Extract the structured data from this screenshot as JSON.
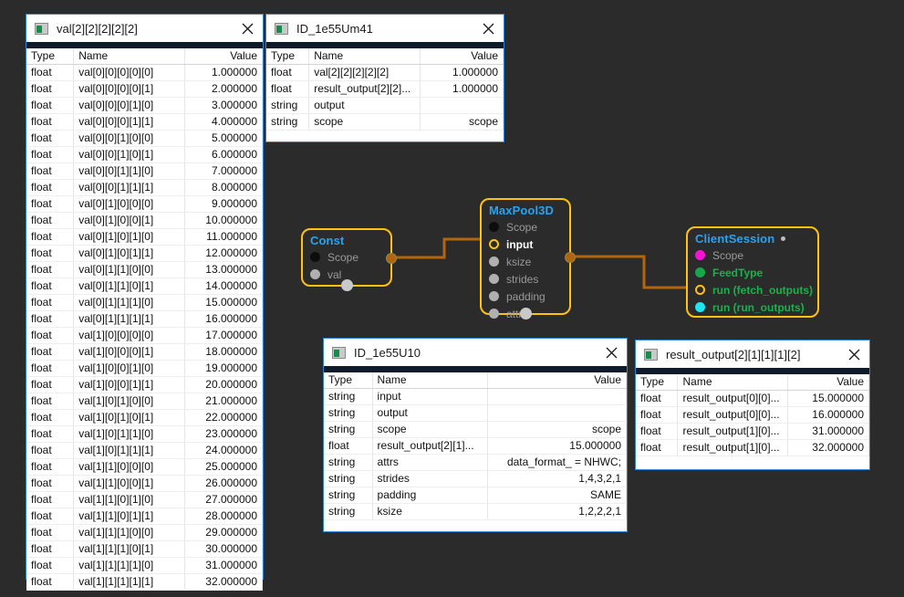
{
  "app": {
    "background_color": "#2b2b2b",
    "canvas_color": "#2b2b2b"
  },
  "panels": [
    {
      "id": "panel-val",
      "title": "val[2][2][2][2][2]",
      "close_label": "×",
      "columns": [
        "Type",
        "Name",
        "Value"
      ],
      "rows": [
        [
          "float",
          "val[0][0][0][0][0]",
          "1.000000"
        ],
        [
          "float",
          "val[0][0][0][0][1]",
          "2.000000"
        ],
        [
          "float",
          "val[0][0][0][1][0]",
          "3.000000"
        ],
        [
          "float",
          "val[0][0][0][1][1]",
          "4.000000"
        ],
        [
          "float",
          "val[0][0][1][0][0]",
          "5.000000"
        ],
        [
          "float",
          "val[0][0][1][0][1]",
          "6.000000"
        ],
        [
          "float",
          "val[0][0][1][1][0]",
          "7.000000"
        ],
        [
          "float",
          "val[0][0][1][1][1]",
          "8.000000"
        ],
        [
          "float",
          "val[0][1][0][0][0]",
          "9.000000"
        ],
        [
          "float",
          "val[0][1][0][0][1]",
          "10.000000"
        ],
        [
          "float",
          "val[0][1][0][1][0]",
          "11.000000"
        ],
        [
          "float",
          "val[0][1][0][1][1]",
          "12.000000"
        ],
        [
          "float",
          "val[0][1][1][0][0]",
          "13.000000"
        ],
        [
          "float",
          "val[0][1][1][0][1]",
          "14.000000"
        ],
        [
          "float",
          "val[0][1][1][1][0]",
          "15.000000"
        ],
        [
          "float",
          "val[0][1][1][1][1]",
          "16.000000"
        ],
        [
          "float",
          "val[1][0][0][0][0]",
          "17.000000"
        ],
        [
          "float",
          "val[1][0][0][0][1]",
          "18.000000"
        ],
        [
          "float",
          "val[1][0][0][1][0]",
          "19.000000"
        ],
        [
          "float",
          "val[1][0][0][1][1]",
          "20.000000"
        ],
        [
          "float",
          "val[1][0][1][0][0]",
          "21.000000"
        ],
        [
          "float",
          "val[1][0][1][0][1]",
          "22.000000"
        ],
        [
          "float",
          "val[1][0][1][1][0]",
          "23.000000"
        ],
        [
          "float",
          "val[1][0][1][1][1]",
          "24.000000"
        ],
        [
          "float",
          "val[1][1][0][0][0]",
          "25.000000"
        ],
        [
          "float",
          "val[1][1][0][0][1]",
          "26.000000"
        ],
        [
          "float",
          "val[1][1][0][1][0]",
          "27.000000"
        ],
        [
          "float",
          "val[1][1][0][1][1]",
          "28.000000"
        ],
        [
          "float",
          "val[1][1][1][0][0]",
          "29.000000"
        ],
        [
          "float",
          "val[1][1][1][0][1]",
          "30.000000"
        ],
        [
          "float",
          "val[1][1][1][1][0]",
          "31.000000"
        ],
        [
          "float",
          "val[1][1][1][1][1]",
          "32.000000"
        ]
      ]
    },
    {
      "id": "panel-id41",
      "title": "ID_1e55Um41",
      "close_label": "×",
      "columns": [
        "Type",
        "Name",
        "Value"
      ],
      "rows": [
        [
          "float",
          "val[2][2][2][2][2]",
          "1.000000"
        ],
        [
          "float",
          "result_output[2][2]...",
          "1.000000"
        ],
        [
          "string",
          "output",
          ""
        ],
        [
          "string",
          "scope",
          "scope"
        ]
      ]
    },
    {
      "id": "panel-id10",
      "title": "ID_1e55U10",
      "close_label": "×",
      "columns": [
        "Type",
        "Name",
        "Value"
      ],
      "rows": [
        [
          "string",
          "input",
          ""
        ],
        [
          "string",
          "output",
          ""
        ],
        [
          "string",
          "scope",
          "scope"
        ],
        [
          "float",
          "result_output[2][1]...",
          "15.000000"
        ],
        [
          "string",
          "attrs",
          "data_format_ = NHWC;"
        ],
        [
          "string",
          "strides",
          "1,4,3,2,1"
        ],
        [
          "string",
          "padding",
          "SAME"
        ],
        [
          "string",
          "ksize",
          "1,2,2,2,1"
        ]
      ]
    },
    {
      "id": "panel-result",
      "title": "result_output[2][1][1][1][2]",
      "close_label": "×",
      "columns": [
        "Type",
        "Name",
        "Value"
      ],
      "rows": [
        [
          "float",
          "result_output[0][0]...",
          "15.000000"
        ],
        [
          "float",
          "result_output[0][0]...",
          "16.000000"
        ],
        [
          "float",
          "result_output[1][0]...",
          "31.000000"
        ],
        [
          "float",
          "result_output[1][0]...",
          "32.000000"
        ]
      ]
    }
  ],
  "nodes": [
    {
      "id": "node-const",
      "title": "Const",
      "ports": [
        {
          "label": "Scope",
          "color": "#0d0d0d",
          "style": "plain"
        },
        {
          "label": "val",
          "color": "#b0b0b0",
          "style": "plain"
        }
      ]
    },
    {
      "id": "node-maxpool3d",
      "title": "MaxPool3D",
      "ports": [
        {
          "label": "Scope",
          "color": "#0d0d0d",
          "style": "plain"
        },
        {
          "label": "input",
          "color": "#ffc20e",
          "style": "connected"
        },
        {
          "label": "ksize",
          "color": "#b0b0b0",
          "style": "plain"
        },
        {
          "label": "strides",
          "color": "#b0b0b0",
          "style": "plain"
        },
        {
          "label": "padding",
          "color": "#b0b0b0",
          "style": "plain"
        },
        {
          "label": "attrs",
          "color": "#b0b0b0",
          "style": "plain"
        }
      ]
    },
    {
      "id": "node-clientsession",
      "title": "ClientSession",
      "ports": [
        {
          "label": "Scope",
          "color": "#f713d6",
          "style": "plain"
        },
        {
          "label": "FeedType",
          "color": "#16a84a",
          "style": "plain"
        },
        {
          "label": "run (fetch_outputs)",
          "color": "#ffc20e",
          "style": "connected"
        },
        {
          "label": "run (run_outputs)",
          "color": "#1de6f0",
          "style": "plain"
        }
      ]
    }
  ],
  "colors": {
    "node_border": "#ffc20e",
    "node_title": "#29a3ef",
    "wire": "#b3650d",
    "panel_border": "#2b84d6",
    "panel_separator": "#0d1b2a",
    "green_label": "#17b34a"
  }
}
